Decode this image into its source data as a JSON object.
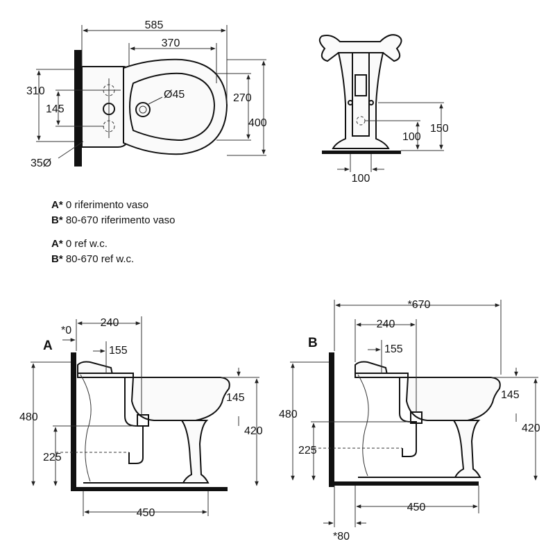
{
  "top_view": {
    "dims": {
      "overall_length": "585",
      "bowl_length": "370",
      "outer_width": "310",
      "tap_spacing": "145",
      "bowl_width": "270",
      "overall_width": "400",
      "drain_dia": "Ø45",
      "hole_dia": "35Ø"
    }
  },
  "front_view": {
    "dims": {
      "inlet_height": "150",
      "waste_height": "100",
      "base_width": "100"
    }
  },
  "notes": {
    "it_a_letter": "A*",
    "it_a_text": " 0 riferimento vaso",
    "it_b_letter": "B*",
    "it_b_text": " 80-670 riferimento vaso",
    "en_a_letter": "A*",
    "en_a_text": " 0  ref w.c.",
    "en_b_letter": "B*",
    "en_b_text": " 80-670 ref w.c."
  },
  "side_view_a": {
    "label": "A",
    "dims": {
      "wall_offset": "*0",
      "waste_distance": "240",
      "tap_distance": "155",
      "height": "480",
      "rim_drop": "145",
      "waste_height": "420",
      "trap_height": "225",
      "base_length": "450"
    }
  },
  "side_view_b": {
    "label": "B",
    "dims": {
      "overall": "*670",
      "waste_distance": "240",
      "tap_distance": "155",
      "height": "480",
      "rim_drop": "145",
      "waste_height": "420",
      "trap_height": "225",
      "base_length": "450",
      "wall_offset": "*80"
    }
  }
}
